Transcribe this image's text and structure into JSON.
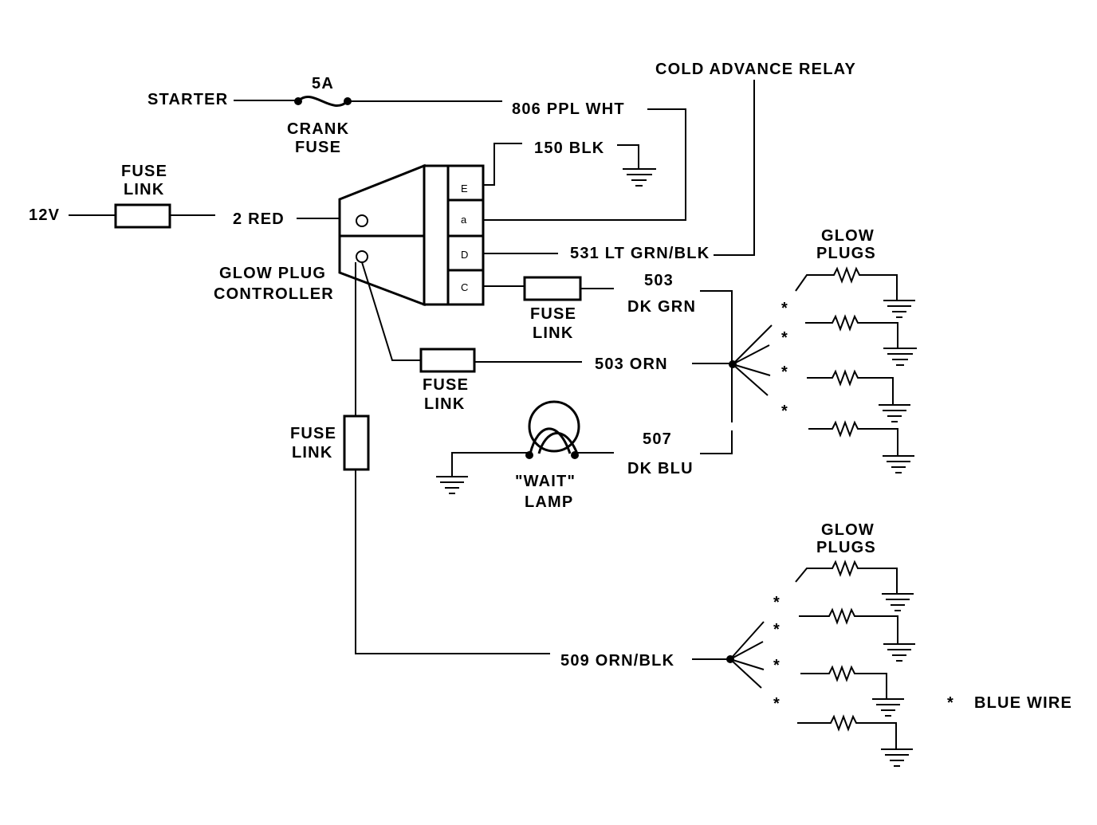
{
  "labels": {
    "starter": "STARTER",
    "fuse_rating": "5A",
    "crank": "CRANK",
    "fuse": "FUSE",
    "wire_806": "806 PPL WHT",
    "cold_advance_relay": "COLD ADVANCE RELAY",
    "wire_150": "150 BLK",
    "fuse_link_1_top": "FUSE",
    "fuse_link_1_bottom": "LINK",
    "v12": "12V",
    "wire_2": "2 RED",
    "wire_531": "531 LT GRN/BLK",
    "controller_line1": "GLOW PLUG",
    "controller_line2": "CONTROLLER",
    "wire_503_num": "503",
    "wire_503_color": "DK GRN",
    "fuse_link_2_top": "FUSE",
    "fuse_link_2_bottom": "LINK",
    "wire_503_orn": "503  ORN",
    "fuse_link_3_top": "FUSE",
    "fuse_link_3_bottom": "LINK",
    "fuse_link_4_top": "FUSE",
    "fuse_link_4_bottom": "LINK",
    "wire_507_num": "507",
    "wire_507_color": "DK BLU",
    "wait_lamp_line1": "\"WAIT\"",
    "wait_lamp_line2": "LAMP",
    "glow_plugs_1_line1": "GLOW",
    "glow_plugs_1_line2": "PLUGS",
    "glow_plugs_2_line1": "GLOW",
    "glow_plugs_2_line2": "PLUGS",
    "wire_509": "509 ORN/BLK",
    "legend_star": "*",
    "legend_text": "BLUE WIRE"
  },
  "connector_pins": [
    "E",
    "a",
    "D",
    "C"
  ],
  "star_marks": [
    "*",
    "*",
    "*",
    "*",
    "*",
    "*",
    "*",
    "*"
  ]
}
